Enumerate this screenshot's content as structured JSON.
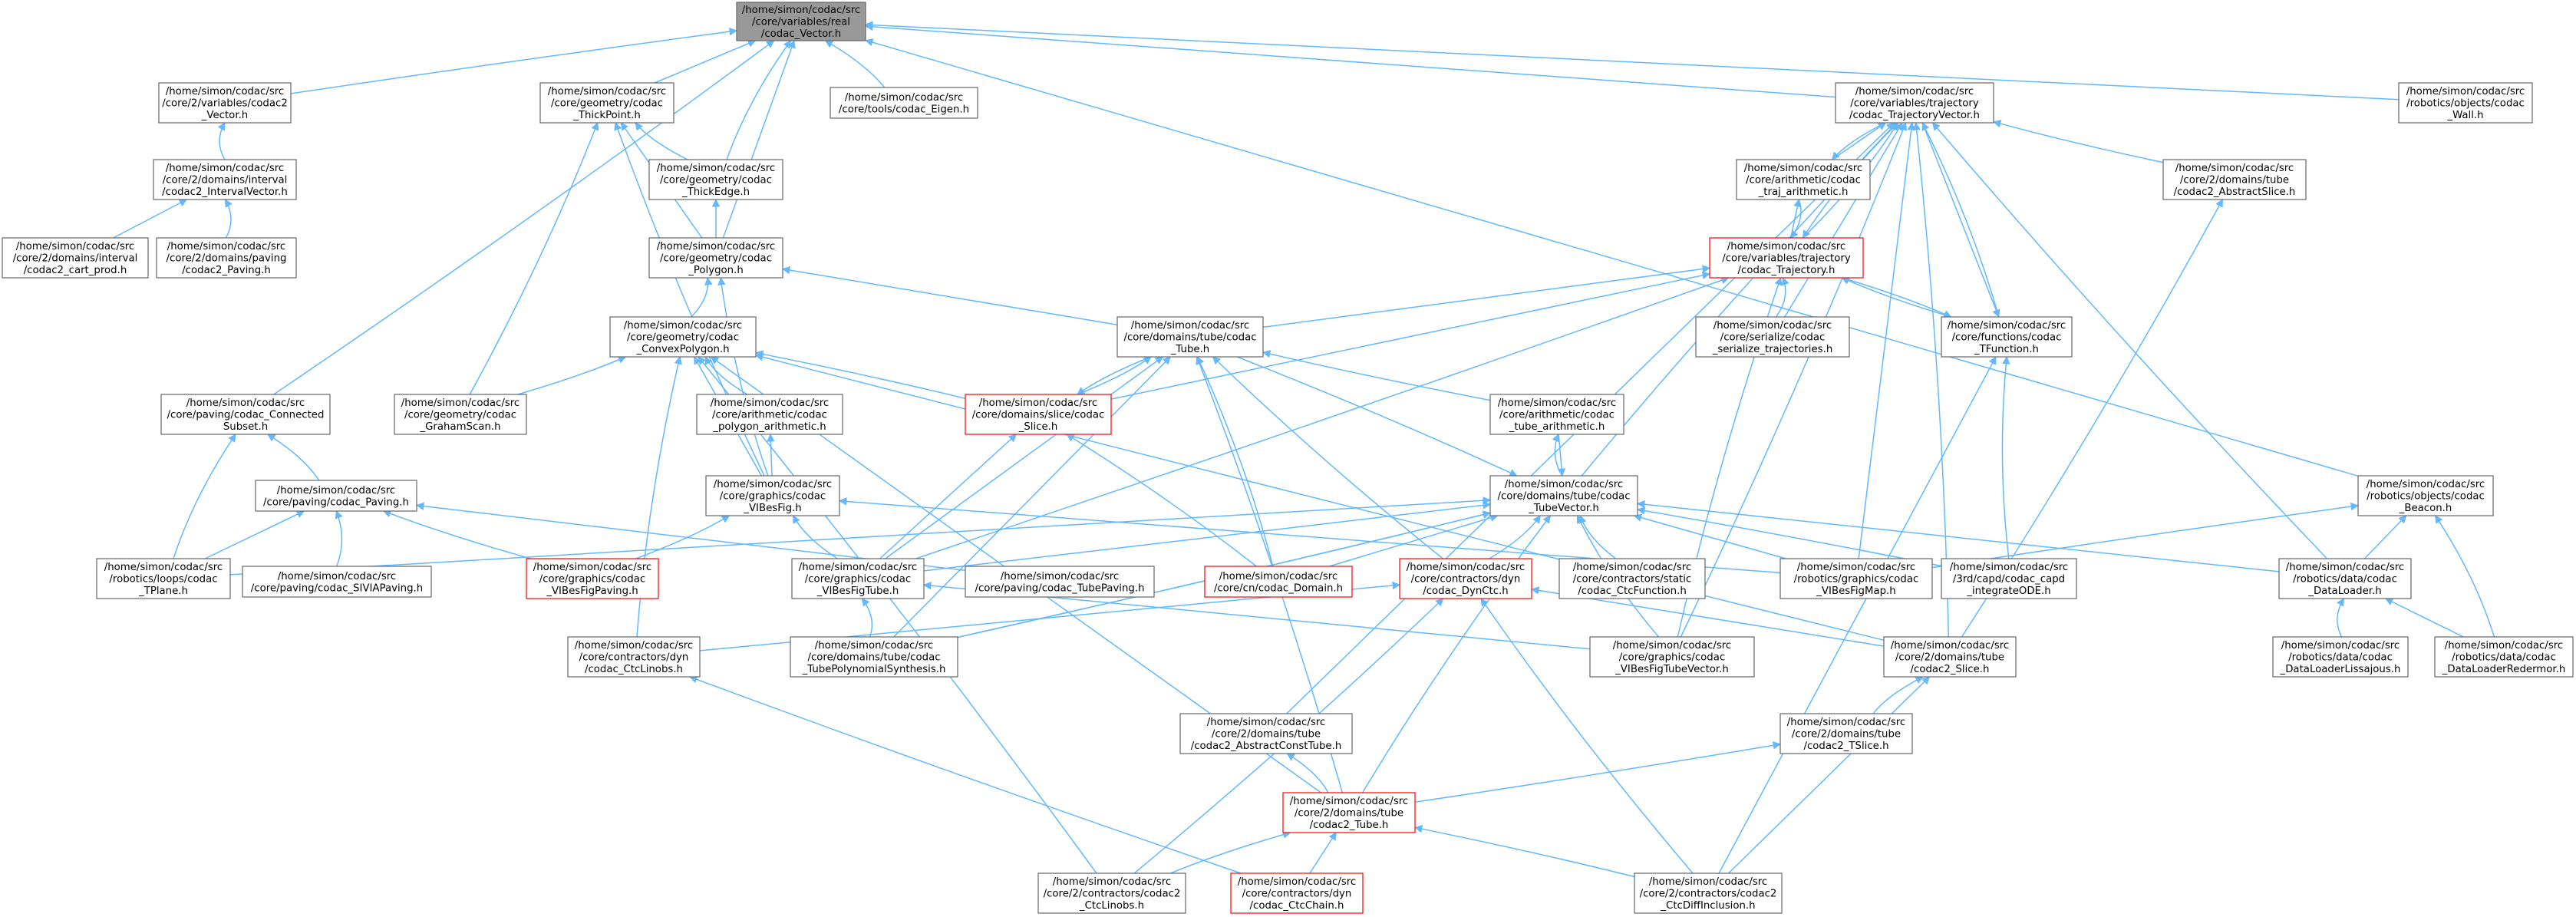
{
  "colors": {
    "edge": "#63b8ff",
    "box_border": "#666666",
    "highlight_border": "#ff0000",
    "root_fill": "#999999"
  },
  "nodes": [
    {
      "id": "root",
      "lines": [
        "/home/simon/codac/src",
        "/core/variables/real",
        "/codac_Vector.h"
      ],
      "style": "root"
    },
    {
      "id": "n_vector2",
      "lines": [
        "/home/simon/codac/src",
        "/core/2/variables/codac2",
        "_Vector.h"
      ]
    },
    {
      "id": "n_intervalvector2",
      "lines": [
        "/home/simon/codac/src",
        "/core/2/domains/interval",
        "/codac2_IntervalVector.h"
      ]
    },
    {
      "id": "n_cartprod",
      "lines": [
        "/home/simon/codac/src",
        "/core/2/domains/interval",
        "/codac2_cart_prod.h"
      ]
    },
    {
      "id": "n_paving2",
      "lines": [
        "/home/simon/codac/src",
        "/core/2/domains/paving",
        "/codac2_Paving.h"
      ]
    },
    {
      "id": "n_thickpoint",
      "lines": [
        "/home/simon/codac/src",
        "/core/geometry/codac",
        "_ThickPoint.h"
      ]
    },
    {
      "id": "n_eigen",
      "lines": [
        "/home/simon/codac/src",
        "/core/tools/codac_Eigen.h"
      ]
    },
    {
      "id": "n_thickedge",
      "lines": [
        "/home/simon/codac/src",
        "/core/geometry/codac",
        "_ThickEdge.h"
      ]
    },
    {
      "id": "n_polygon",
      "lines": [
        "/home/simon/codac/src",
        "/core/geometry/codac",
        "_Polygon.h"
      ]
    },
    {
      "id": "n_convexpolygon",
      "lines": [
        "/home/simon/codac/src",
        "/core/geometry/codac",
        "_ConvexPolygon.h"
      ]
    },
    {
      "id": "n_grahamscan",
      "lines": [
        "/home/simon/codac/src",
        "/core/geometry/codac",
        "_GrahamScan.h"
      ]
    },
    {
      "id": "n_polyarith",
      "lines": [
        "/home/simon/codac/src",
        "/core/arithmetic/codac",
        "_polygon_arithmetic.h"
      ]
    },
    {
      "id": "n_connected",
      "lines": [
        "/home/simon/codac/src",
        "/core/paving/codac_Connected",
        "Subset.h"
      ]
    },
    {
      "id": "n_paving",
      "lines": [
        "/home/simon/codac/src",
        "/core/paving/codac_Paving.h"
      ]
    },
    {
      "id": "n_tplane",
      "lines": [
        "/home/simon/codac/src",
        "/robotics/loops/codac",
        "_TPlane.h"
      ]
    },
    {
      "id": "n_sivia",
      "lines": [
        "/home/simon/codac/src",
        "/core/paving/codac_SIVIAPaving.h"
      ]
    },
    {
      "id": "n_vibesfigpaving",
      "lines": [
        "/home/simon/codac/src",
        "/core/graphics/codac",
        "_VIBesFigPaving.h"
      ],
      "style": "red"
    },
    {
      "id": "n_vibesfig",
      "lines": [
        "/home/simon/codac/src",
        "/core/graphics/codac",
        "_VIBesFig.h"
      ]
    },
    {
      "id": "n_ctclinobs",
      "lines": [
        "/home/simon/codac/src",
        "/core/contractors/dyn",
        "/codac_CtcLinobs.h"
      ]
    },
    {
      "id": "n_tube",
      "lines": [
        "/home/simon/codac/src",
        "/core/domains/tube/codac",
        "_Tube.h"
      ]
    },
    {
      "id": "n_slice",
      "lines": [
        "/home/simon/codac/src",
        "/core/domains/slice/codac",
        "_Slice.h"
      ],
      "style": "red"
    },
    {
      "id": "n_tubearith",
      "lines": [
        "/home/simon/codac/src",
        "/core/arithmetic/codac",
        "_tube_arithmetic.h"
      ]
    },
    {
      "id": "n_tubevector",
      "lines": [
        "/home/simon/codac/src",
        "/core/domains/tube/codac",
        "_TubeVector.h"
      ]
    },
    {
      "id": "n_vibesfigtube",
      "lines": [
        "/home/simon/codac/src",
        "/core/graphics/codac",
        "_VIBesFigTube.h"
      ]
    },
    {
      "id": "n_tubepaving",
      "lines": [
        "/home/simon/codac/src",
        "/core/paving/codac_TubePaving.h"
      ]
    },
    {
      "id": "n_domain",
      "lines": [
        "/home/simon/codac/src",
        "/core/cn/codac_Domain.h"
      ],
      "style": "red"
    },
    {
      "id": "n_dynctc",
      "lines": [
        "/home/simon/codac/src",
        "/core/contractors/dyn",
        "/codac_DynCtc.h"
      ],
      "style": "red"
    },
    {
      "id": "n_ctcfunction",
      "lines": [
        "/home/simon/codac/src",
        "/core/contractors/static",
        "/codac_CtcFunction.h"
      ]
    },
    {
      "id": "n_tubepoly",
      "lines": [
        "/home/simon/codac/src",
        "/core/domains/tube/codac",
        "_TubePolynomialSynthesis.h"
      ]
    },
    {
      "id": "n_abstractconsttube",
      "lines": [
        "/home/simon/codac/src",
        "/core/2/domains/tube",
        "/codac2_AbstractConstTube.h"
      ]
    },
    {
      "id": "n_tube2",
      "lines": [
        "/home/simon/codac/src",
        "/core/2/domains/tube",
        "/codac2_Tube.h"
      ],
      "style": "red"
    },
    {
      "id": "n_ctclinobs2",
      "lines": [
        "/home/simon/codac/src",
        "/core/2/contractors/codac2",
        "_CtcLinobs.h"
      ]
    },
    {
      "id": "n_ctcchain",
      "lines": [
        "/home/simon/codac/src",
        "/core/contractors/dyn",
        "/codac_CtcChain.h"
      ],
      "style": "red"
    },
    {
      "id": "n_ctcdiffinclusion",
      "lines": [
        "/home/simon/codac/src",
        "/core/2/contractors/codac2",
        "_CtcDiffInclusion.h"
      ]
    },
    {
      "id": "n_trajvector",
      "lines": [
        "/home/simon/codac/src",
        "/core/variables/trajectory",
        "/codac_TrajectoryVector.h"
      ]
    },
    {
      "id": "n_trajarith",
      "lines": [
        "/home/simon/codac/src",
        "/core/arithmetic/codac",
        "_traj_arithmetic.h"
      ]
    },
    {
      "id": "n_trajectory",
      "lines": [
        "/home/simon/codac/src",
        "/core/variables/trajectory",
        "/codac_Trajectory.h"
      ],
      "style": "red"
    },
    {
      "id": "n_abstractslice2",
      "lines": [
        "/home/simon/codac/src",
        "/core/2/domains/tube",
        "/codac2_AbstractSlice.h"
      ]
    },
    {
      "id": "n_serialize",
      "lines": [
        "/home/simon/codac/src",
        "/core/serialize/codac",
        "_serialize_trajectories.h"
      ]
    },
    {
      "id": "n_tfunction",
      "lines": [
        "/home/simon/codac/src",
        "/core/functions/codac",
        "_TFunction.h"
      ]
    },
    {
      "id": "n_vibesfigmap",
      "lines": [
        "/home/simon/codac/src",
        "/robotics/graphics/codac",
        "_VIBesFigMap.h"
      ]
    },
    {
      "id": "n_capd",
      "lines": [
        "/home/simon/codac/src",
        "/3rd/capd/codac_capd",
        "_integrateODE.h"
      ]
    },
    {
      "id": "n_vibesfigtubevector",
      "lines": [
        "/home/simon/codac/src",
        "/core/graphics/codac",
        "_VIBesFigTubeVector.h"
      ]
    },
    {
      "id": "n_slice2",
      "lines": [
        "/home/simon/codac/src",
        "/core/2/domains/tube",
        "/codac2_Slice.h"
      ]
    },
    {
      "id": "n_tslice2",
      "lines": [
        "/home/simon/codac/src",
        "/core/2/domains/tube",
        "/codac2_TSlice.h"
      ]
    },
    {
      "id": "n_wall",
      "lines": [
        "/home/simon/codac/src",
        "/robotics/objects/codac",
        "_Wall.h"
      ]
    },
    {
      "id": "n_beacon",
      "lines": [
        "/home/simon/codac/src",
        "/robotics/objects/codac",
        "_Beacon.h"
      ]
    },
    {
      "id": "n_dataloader",
      "lines": [
        "/home/simon/codac/src",
        "/robotics/data/codac",
        "_DataLoader.h"
      ]
    },
    {
      "id": "n_lissajous",
      "lines": [
        "/home/simon/codac/src",
        "/robotics/data/codac",
        "_DataLoaderLissajous.h"
      ]
    },
    {
      "id": "n_redermor",
      "lines": [
        "/home/simon/codac/src",
        "/robotics/data/codac",
        "_DataLoaderRedermor.h"
      ]
    }
  ],
  "edges": [
    [
      "n_vector2",
      "root"
    ],
    [
      "n_thickpoint",
      "root"
    ],
    [
      "n_eigen",
      "root"
    ],
    [
      "n_thickedge",
      "root"
    ],
    [
      "n_polygon",
      "root"
    ],
    [
      "n_connected",
      "root"
    ],
    [
      "n_trajvector",
      "root"
    ],
    [
      "n_wall",
      "root"
    ],
    [
      "n_beacon",
      "root"
    ],
    [
      "n_intervalvector2",
      "n_vector2"
    ],
    [
      "n_cartprod",
      "n_intervalvector2"
    ],
    [
      "n_paving2",
      "n_intervalvector2"
    ],
    [
      "n_thickedge",
      "n_thickpoint"
    ],
    [
      "n_polygon",
      "n_thickpoint"
    ],
    [
      "n_grahamscan",
      "n_thickpoint"
    ],
    [
      "n_vibesfig",
      "n_thickpoint"
    ],
    [
      "n_polygon",
      "n_thickedge"
    ],
    [
      "n_convexpolygon",
      "n_polygon"
    ],
    [
      "n_vibesfig",
      "n_polygon"
    ],
    [
      "n_tube",
      "n_polygon"
    ],
    [
      "n_grahamscan",
      "n_convexpolygon"
    ],
    [
      "n_polyarith",
      "n_convexpolygon"
    ],
    [
      "n_vibesfig",
      "n_convexpolygon"
    ],
    [
      "n_slice",
      "n_convexpolygon"
    ],
    [
      "n_ctclinobs",
      "n_convexpolygon"
    ],
    [
      "n_tube2",
      "n_convexpolygon"
    ],
    [
      "n_ctclinobs2",
      "n_convexpolygon"
    ],
    [
      "n_slice2",
      "n_convexpolygon"
    ],
    [
      "n_vibesfig",
      "n_polyarith"
    ],
    [
      "n_paving",
      "n_connected"
    ],
    [
      "n_tplane",
      "n_connected"
    ],
    [
      "n_tplane",
      "n_paving"
    ],
    [
      "n_sivia",
      "n_paving"
    ],
    [
      "n_vibesfigpaving",
      "n_paving"
    ],
    [
      "n_tubepaving",
      "n_paving"
    ],
    [
      "n_vibesfigpaving",
      "n_vibesfig"
    ],
    [
      "n_vibesfigtube",
      "n_vibesfig"
    ],
    [
      "n_vibesfigmap",
      "n_vibesfig"
    ],
    [
      "n_slice",
      "n_tube"
    ],
    [
      "n_tubearith",
      "n_tube"
    ],
    [
      "n_vibesfigtube",
      "n_tube"
    ],
    [
      "n_domain",
      "n_tube"
    ],
    [
      "n_dynctc",
      "n_tube"
    ],
    [
      "n_tubepoly",
      "n_tube"
    ],
    [
      "n_tube2",
      "n_tube"
    ],
    [
      "n_tube",
      "n_slice"
    ],
    [
      "n_vibesfigtube",
      "n_slice"
    ],
    [
      "n_domain",
      "n_slice"
    ],
    [
      "n_tubevector",
      "n_tubearith"
    ],
    [
      "n_tubearith",
      "n_tubevector"
    ],
    [
      "n_tube",
      "n_tubevector"
    ],
    [
      "n_vibesfigtube",
      "n_tubevector"
    ],
    [
      "n_domain",
      "n_tubevector"
    ],
    [
      "n_dynctc",
      "n_tubevector"
    ],
    [
      "n_ctcfunction",
      "n_tubevector"
    ],
    [
      "n_vibesfigmap",
      "n_tubevector"
    ],
    [
      "n_capd",
      "n_tubevector"
    ],
    [
      "n_vibesfigtubevector",
      "n_tubevector"
    ],
    [
      "n_tplane",
      "n_tubevector"
    ],
    [
      "n_tubepoly",
      "n_tubevector"
    ],
    [
      "n_tube2",
      "n_tubevector"
    ],
    [
      "n_dataloader",
      "n_tubevector"
    ],
    [
      "n_tubepoly",
      "n_vibesfigtube"
    ],
    [
      "n_vibesfigtubevector",
      "n_vibesfigtube"
    ],
    [
      "n_ctclinobs",
      "n_dynctc"
    ],
    [
      "n_ctclinobs2",
      "n_dynctc"
    ],
    [
      "n_ctcdiffinclusion",
      "n_dynctc"
    ],
    [
      "n_slice2",
      "n_dynctc"
    ],
    [
      "n_tube2",
      "n_abstractconsttube"
    ],
    [
      "n_ctclinobs2",
      "n_tube2"
    ],
    [
      "n_ctcchain",
      "n_tube2"
    ],
    [
      "n_ctcdiffinclusion",
      "n_tube2"
    ],
    [
      "n_ctcchain",
      "n_ctclinobs"
    ],
    [
      "n_trajarith",
      "n_trajvector"
    ],
    [
      "n_trajectory",
      "n_trajvector"
    ],
    [
      "n_abstractslice2",
      "n_trajvector"
    ],
    [
      "n_serialize",
      "n_trajvector"
    ],
    [
      "n_tfunction",
      "n_trajvector"
    ],
    [
      "n_tubevector",
      "n_trajvector"
    ],
    [
      "n_vibesfigmap",
      "n_trajvector"
    ],
    [
      "n_slice2",
      "n_trajvector"
    ],
    [
      "n_dataloader",
      "n_trajvector"
    ],
    [
      "n_abstractconsttube",
      "n_trajvector"
    ],
    [
      "n_vibesfigtubevector",
      "n_trajvector"
    ],
    [
      "n_trajvector",
      "n_trajarith"
    ],
    [
      "n_trajectory",
      "n_trajarith"
    ],
    [
      "n_trajarith",
      "n_trajectory"
    ],
    [
      "n_trajvector",
      "n_trajectory"
    ],
    [
      "n_tube",
      "n_trajectory"
    ],
    [
      "n_serialize",
      "n_trajectory"
    ],
    [
      "n_tfunction",
      "n_trajectory"
    ],
    [
      "n_slice",
      "n_trajectory"
    ],
    [
      "n_vibesfigtube",
      "n_trajectory"
    ],
    [
      "n_vibesfigtubevector",
      "n_trajectory"
    ],
    [
      "n_trajvector",
      "n_tfunction"
    ],
    [
      "n_trajectory",
      "n_tfunction"
    ],
    [
      "n_capd",
      "n_tfunction"
    ],
    [
      "n_ctcdiffinclusion",
      "n_tfunction"
    ],
    [
      "n_slice2",
      "n_abstractslice2"
    ],
    [
      "n_tslice2",
      "n_slice2"
    ],
    [
      "n_ctcdiffinclusion",
      "n_slice2"
    ],
    [
      "n_tube2",
      "n_tslice2"
    ],
    [
      "n_vibesfigmap",
      "n_beacon"
    ],
    [
      "n_dataloader",
      "n_beacon"
    ],
    [
      "n_redermor",
      "n_beacon"
    ],
    [
      "n_lissajous",
      "n_dataloader"
    ],
    [
      "n_redermor",
      "n_dataloader"
    ],
    [
      "n_tubepoly",
      "n_tubevector"
    ]
  ]
}
